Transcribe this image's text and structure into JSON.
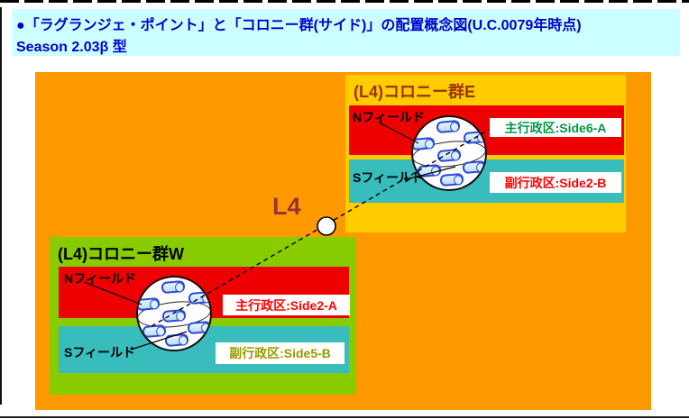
{
  "header": {
    "line1": "●「ラグランジェ・ポイント」と「コロニー群(サイド)」の配置概念図(U.C.0079年時点)",
    "line2": "Season 2.03β 型"
  },
  "lagrange_point": {
    "label": "L4"
  },
  "groups": {
    "east": {
      "title": "(L4)コロニー群E",
      "n_field": "Nフィールド",
      "s_field": "Sフィールド",
      "primary": "主行政区:Side6-A",
      "secondary": "副行政区:Side2-B"
    },
    "west": {
      "title": "(L4)コロニー群W",
      "n_field": "Nフィールド",
      "s_field": "Sフィールド",
      "primary": "主行政区:Side2-A",
      "secondary": "副行政区:Side5-B"
    }
  },
  "colors": {
    "header_bg": "#CCFFFF",
    "header_text": "#0000CC",
    "space_bg": "#FF9900",
    "east_box_bg": "#FFCC00",
    "west_box_bg": "#88CC00",
    "n_field_bg": "#EE0000",
    "s_field_bg": "#38BCBC",
    "east_title_text": "#993300",
    "west_title_text": "#000000",
    "l4_text": "#993333",
    "east_primary_text": "#009944",
    "east_secondary_text": "#FF0000",
    "west_primary_text": "#FF0000",
    "west_secondary_text": "#999900",
    "colony_fill": "#CCE8FA",
    "colony_border": "#2B48D8"
  }
}
